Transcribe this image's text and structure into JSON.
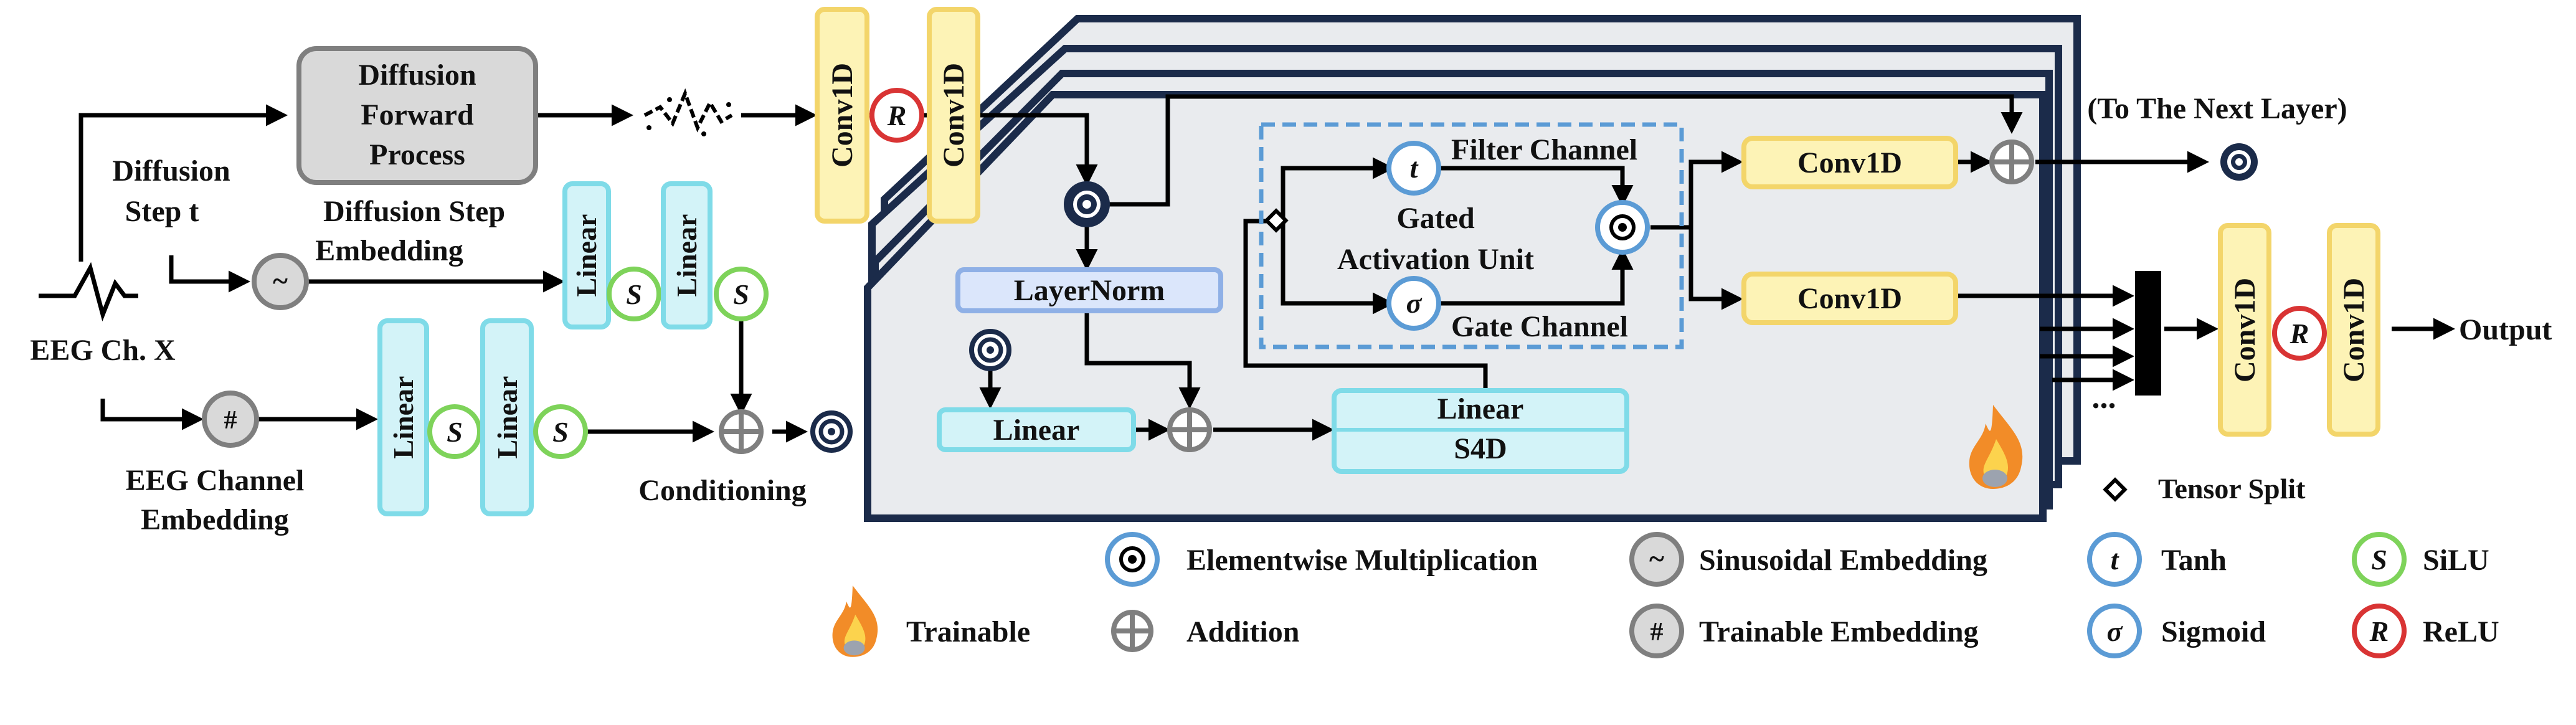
{
  "inputs": {
    "diffusion_step": "Diffusion Step t",
    "eeg_channel": "EEG Ch. X"
  },
  "blocks": {
    "forward_process": "Diffusion Forward Process",
    "step_embedding_caption": "Diffusion Step Embedding",
    "channel_embedding_caption": "EEG Channel Embedding",
    "conditioning": "Conditioning",
    "linear": "Linear",
    "conv1d": "Conv1D",
    "layernorm": "LayerNorm",
    "s4d": "S4D",
    "gated_unit": "Gated Activation Unit",
    "filter_channel": "Filter Channel",
    "gate_channel": "Gate Channel",
    "next_layer": "(To The Next Layer)",
    "output": "Output",
    "ellipsis": "..."
  },
  "symbols": {
    "relu": "R",
    "silu": "S",
    "tanh": "t",
    "sigmoid": "σ",
    "sinusoidal": "~",
    "trainable_embedding": "#"
  },
  "legend": {
    "tensor_split": "Tensor Split",
    "elementwise": "Elementwise Multiplication",
    "sinusoidal": "Sinusoidal Embedding",
    "tanh": "Tanh",
    "silu": "SiLU",
    "trainable": "Trainable",
    "addition": "Addition",
    "trainable_embedding": "Trainable Embedding",
    "sigmoid": "Sigmoid",
    "relu": "ReLU"
  },
  "colors": {
    "linear_fill": "#d3f3f8",
    "linear_stroke": "#7fdbe8",
    "conv_fill": "#fdf3b6",
    "conv_stroke": "#f3d56a",
    "layernorm_fill": "#dbe6fb",
    "layernorm_stroke": "#8fb0e6",
    "grey_fill": "#d9d9d9",
    "grey_stroke": "#7f7f7f",
    "panel_fill": "#e9ebee",
    "panel_stroke": "#1b2b4a",
    "blue_node": "#5b9bd5",
    "green_node": "#7ed35a",
    "red_node": "#d93434",
    "dashed_box": "#5b9bd5"
  }
}
